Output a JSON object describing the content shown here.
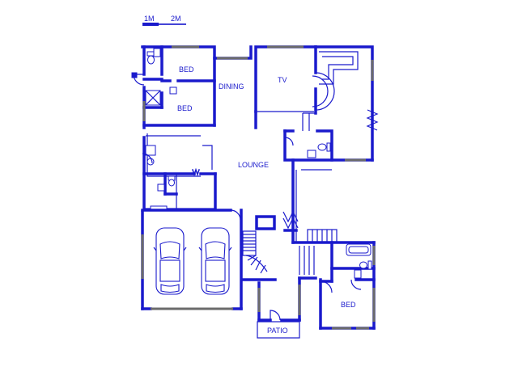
{
  "scale_bar": {
    "label_1": "1M",
    "label_2": "2M"
  },
  "rooms": {
    "bed_1": "BED",
    "bed_2": "BED",
    "dining": "DINING",
    "tv": "TV",
    "lounge": "LOUNGE",
    "bed_3": "BED",
    "patio": "PATIO"
  },
  "colors": {
    "walls": "#1a1acc",
    "windows": "#6b6b6b",
    "background": "#ffffff"
  }
}
